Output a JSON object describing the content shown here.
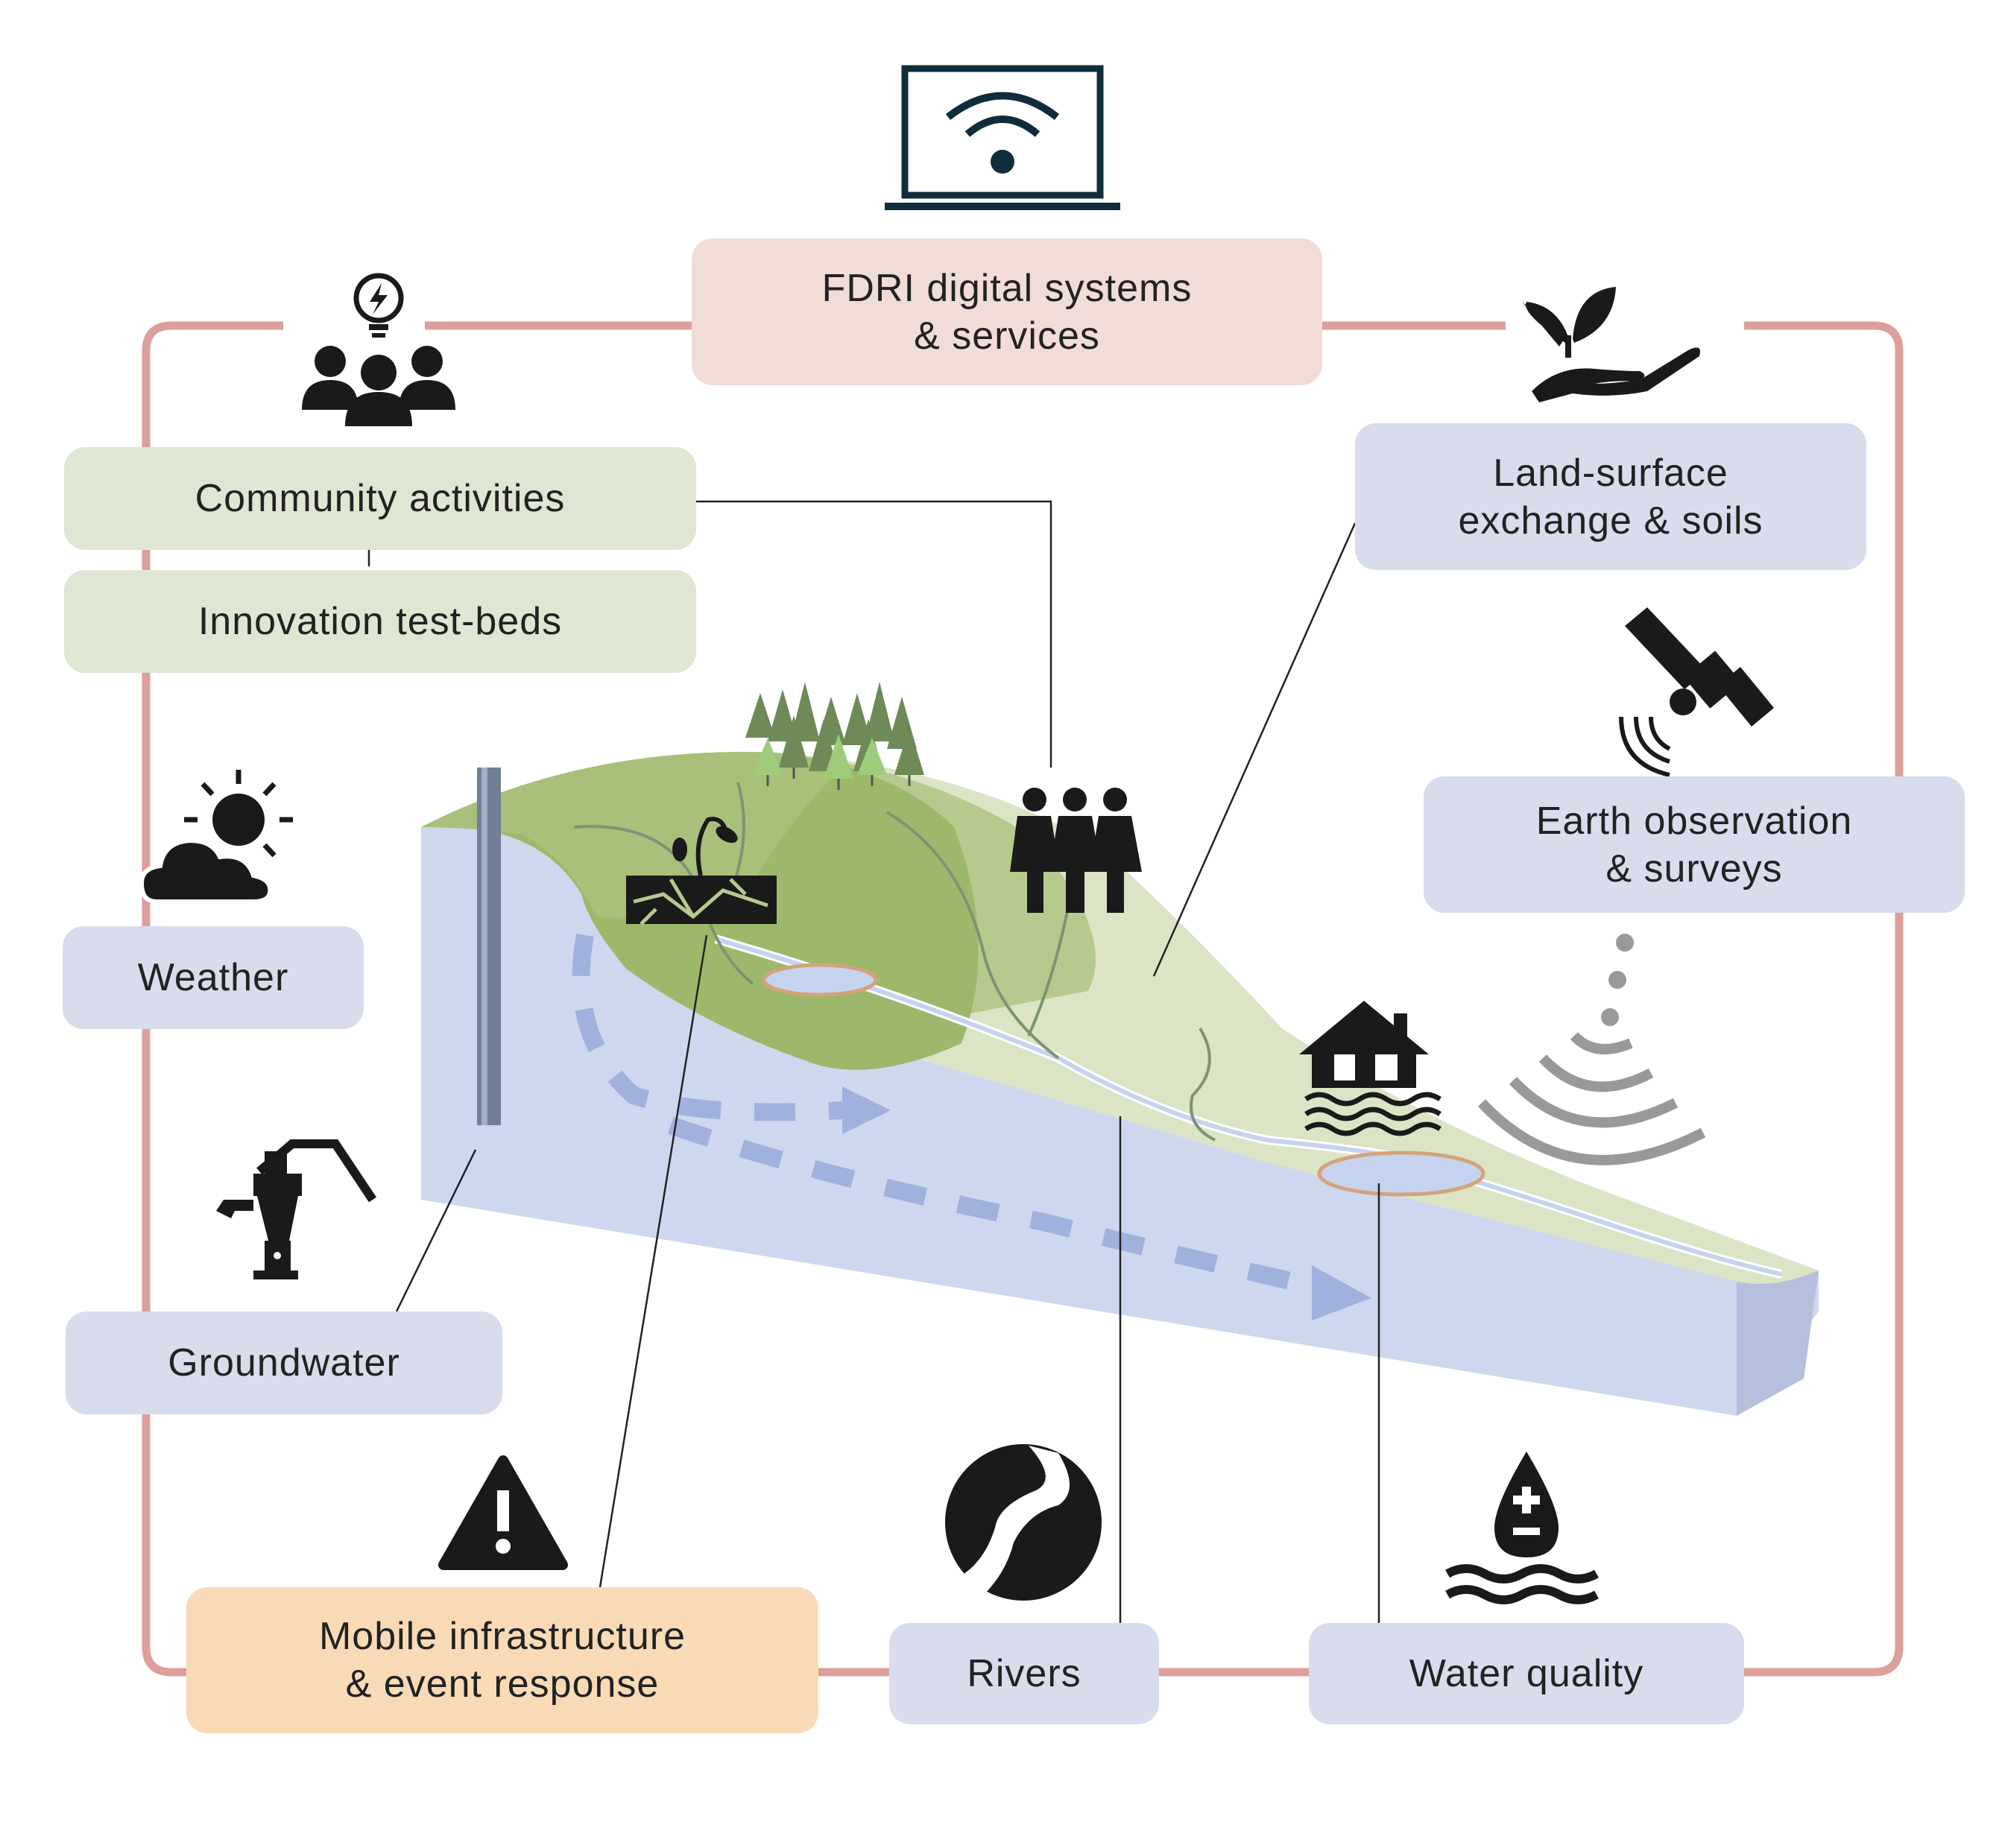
{
  "labels": {
    "fdri": "FDRI digital systems\n& services",
    "community": "Community activities",
    "innovation": "Innovation test-beds",
    "land_surface": "Land-surface\nexchange & soils",
    "earth_observation": "Earth observation\n& surveys",
    "weather": "Weather",
    "groundwater": "Groundwater",
    "mobile": "Mobile infrastructure\n& event response",
    "rivers": "Rivers",
    "water_quality": "Water quality"
  },
  "colors": {
    "frame": "#dc9f9c",
    "blue_box": "#d8dcec",
    "green_box": "#dfe6d1",
    "pink_box": "#f1dcd8",
    "orange_box": "#f8dbb6",
    "icon": "#1a1a1a",
    "laptop": "#0f2d3a",
    "ground": "#cdd8ef",
    "land": "#a8c07a"
  },
  "icons": [
    "laptop-wifi-icon",
    "lightbulb-people-icon",
    "hand-plant-icon",
    "satellite-icon",
    "sun-cloud-icon",
    "water-pump-icon",
    "warning-icon",
    "river-icon",
    "house-flood-icon",
    "water-drop-icon",
    "signal-waves-icon",
    "people-icon",
    "seedling-soil-icon",
    "trees-icon"
  ]
}
